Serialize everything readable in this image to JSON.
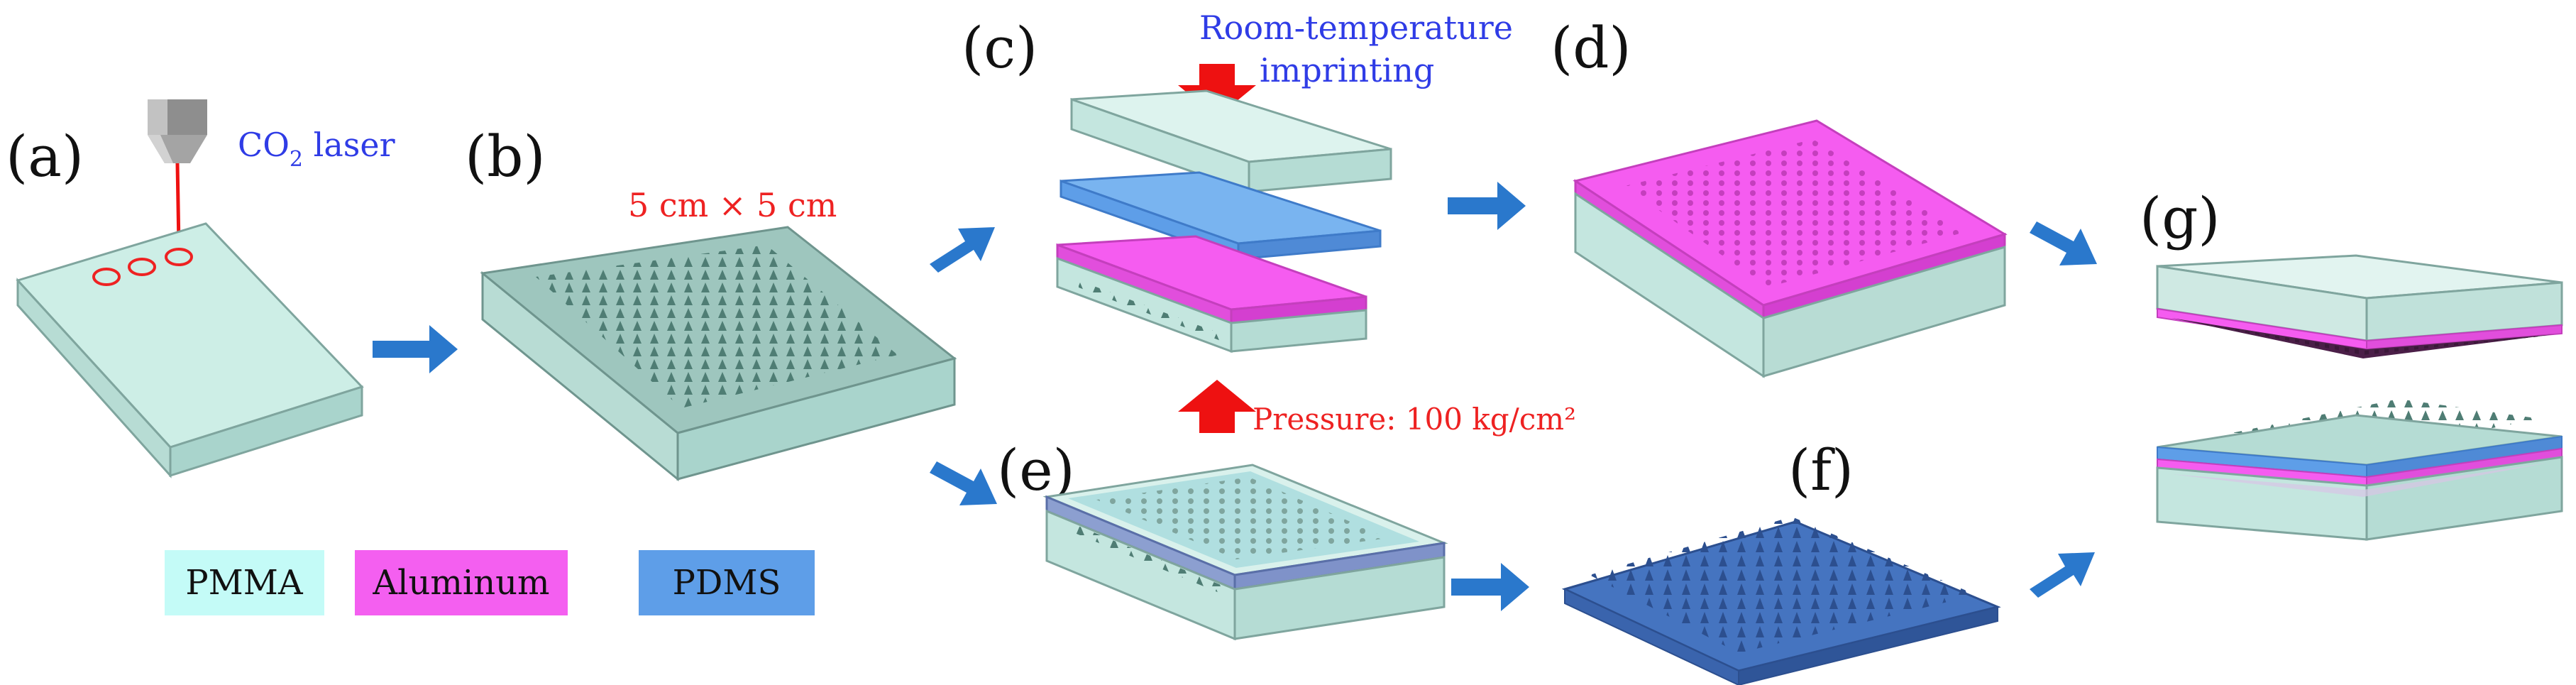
{
  "panels": {
    "a": "(a)",
    "b": "(b)",
    "c": "(c)",
    "d": "(d)",
    "e": "(e)",
    "f": "(f)",
    "g": "(g)"
  },
  "annotations": {
    "laser": "CO",
    "laser_sub": "2",
    "laser_suffix": " laser",
    "size": "5 cm × 5 cm",
    "imprint_line1": "Room-temperature",
    "imprint_line2": "imprinting",
    "pressure": "Pressure: 100 kg/cm²"
  },
  "legend": [
    {
      "label": "PMMA",
      "color": "#c4fbf7"
    },
    {
      "label": "Aluminum",
      "color": "#f45ff0"
    },
    {
      "label": "PDMS",
      "color": "#5e9ee8"
    }
  ],
  "colors": {
    "pmma_top": "#cdeee6",
    "pmma_side": "#a9d4cc",
    "pmma_dark": "#9fc4bd",
    "aluminum": "#f55cf0",
    "aluminum_dark": "#d238c9",
    "pdms": "#62a3ec",
    "pdms_dark": "#3f7bc9",
    "pdms_deep": "#3560a8",
    "arrow": "#2a78cc",
    "red_arrow": "#ee1111",
    "label_blue": "#2f3ce6",
    "label_red": "#ee2222"
  }
}
